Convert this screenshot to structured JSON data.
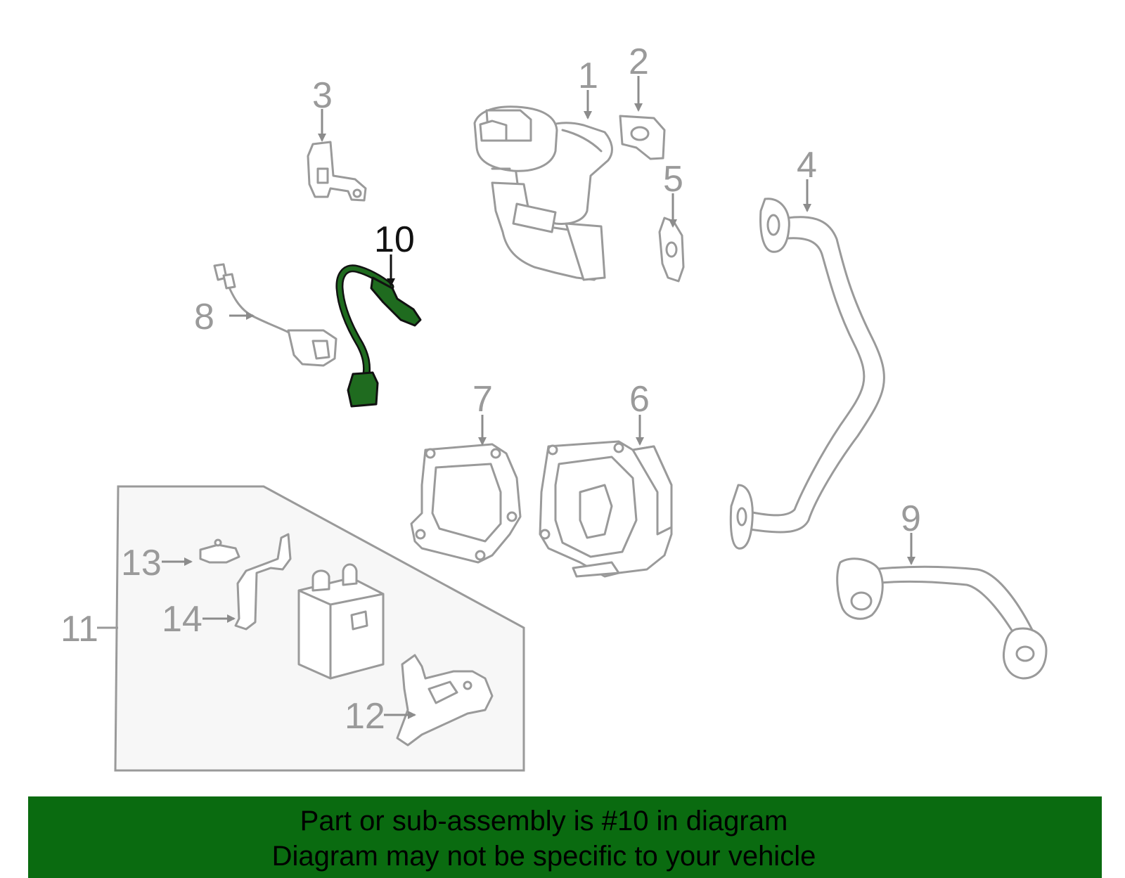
{
  "callouts": {
    "c1": "1",
    "c2": "2",
    "c3": "3",
    "c4": "4",
    "c5": "5",
    "c6": "6",
    "c7": "7",
    "c8": "8",
    "c9": "9",
    "c10": "10",
    "c11": "11",
    "c12": "12",
    "c13": "13",
    "c14": "14"
  },
  "highlighted_part": "10",
  "colors": {
    "banner_bg": "#0a6b10",
    "highlight_part": "#1f6b1f",
    "part_outline": "#9a9a9a",
    "group_box_fill": "#f7f7f7"
  },
  "banner": {
    "line1": "Part or sub-assembly is #10 in diagram",
    "line2": "Diagram may not be specific to your vehicle"
  }
}
